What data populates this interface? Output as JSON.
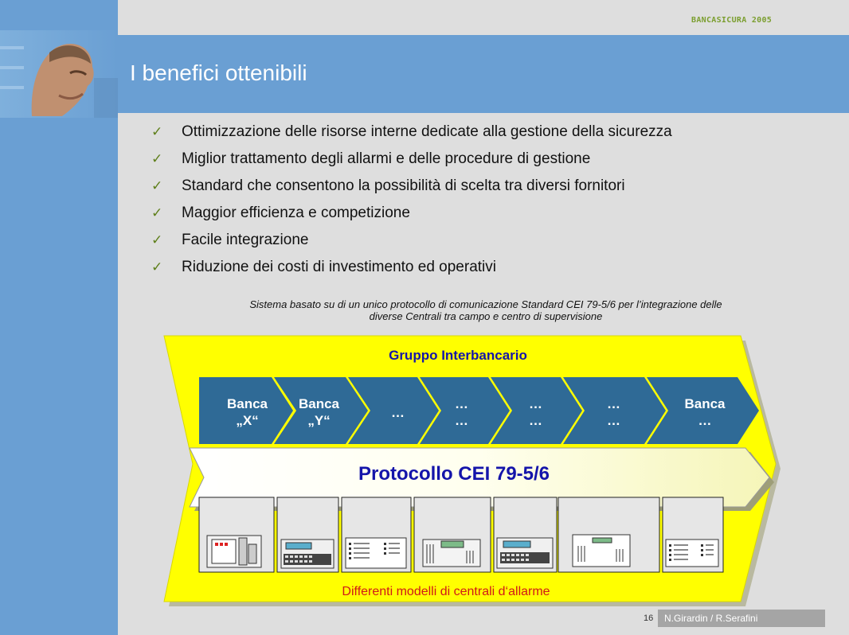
{
  "header": {
    "brand": "BANCASICURA 2005",
    "title": "I benefici ottenibili"
  },
  "bullets": [
    "Ottimizzazione delle risorse interne dedicate alla gestione della sicurezza",
    "Miglior trattamento degli allarmi e delle procedure di gestione",
    "Standard che consentono la possibilità di scelta tra diversi fornitori",
    "Maggior efficienza e competizione",
    "Facile integrazione",
    "Riduzione dei costi di investimento ed operativi"
  ],
  "caption": {
    "line1": "Sistema basato su di un unico protocollo di comunicazione Standard CEI 79-5/6 per l’integrazione delle",
    "line2": "diverse Centrali tra campo e centro di supervisione"
  },
  "diagram": {
    "group_title": "Gruppo Interbancario",
    "banks": [
      {
        "line1": "Banca",
        "line2": "„X“"
      },
      {
        "line1": "Banca",
        "line2": "„Y“"
      },
      {
        "line1": "…",
        "line2": ""
      },
      {
        "line1": "…",
        "line2": "…"
      },
      {
        "line1": "…",
        "line2": "…"
      },
      {
        "line1": "…",
        "line2": "…"
      },
      {
        "line1": "Banca",
        "line2": "…"
      }
    ],
    "protocol_label": "Protocollo CEI 79-5/6",
    "alarm_models_label": "Differenti modelli di centrali d‘allarme"
  },
  "footer": {
    "page_number": "16",
    "authors": "N.Girardin / R.Serafini"
  },
  "colors": {
    "accent_blue": "#6a9fd3",
    "chevron_blue": "#2f6a96",
    "yellow": "#ffff00",
    "title_blue": "#1414aa",
    "red": "#d01818"
  }
}
